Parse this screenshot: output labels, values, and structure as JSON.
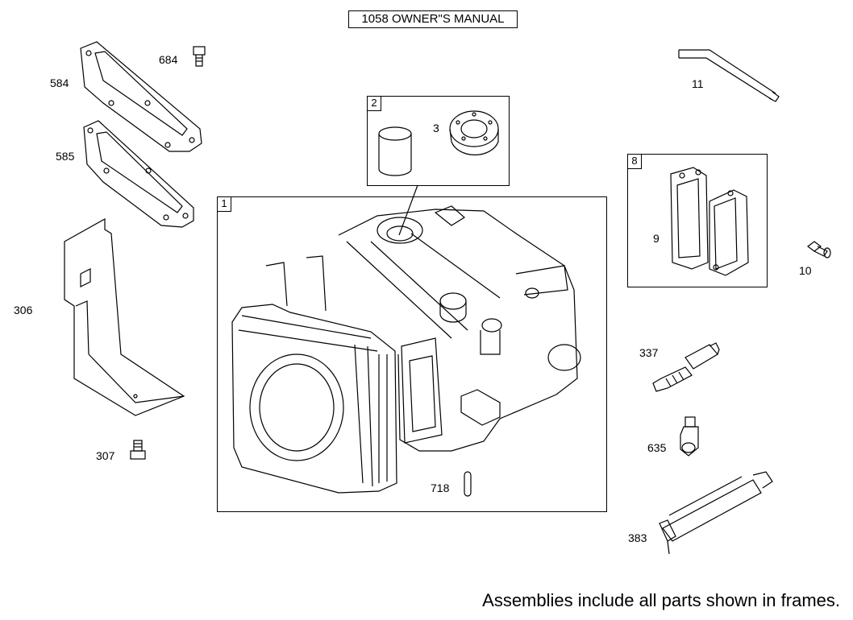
{
  "title": "1058 OWNER\"S MANUAL",
  "footer": "Assemblies include all parts shown in frames.",
  "frames": [
    {
      "number": "1"
    },
    {
      "number": "2"
    },
    {
      "number": "8"
    }
  ],
  "parts": {
    "p584": "584",
    "p684": "684",
    "p585": "585",
    "p306": "306",
    "p307": "307",
    "p3": "3",
    "p718": "718",
    "p11": "11",
    "p9": "9",
    "p10": "10",
    "p337": "337",
    "p635": "635",
    "p383": "383"
  },
  "icons": [
    "gasket-icon",
    "bolt-icon",
    "heat-shield-icon",
    "cylinder-block-icon",
    "bushing-icon",
    "seal-icon",
    "dowel-pin-icon",
    "tube-icon",
    "breather-icon",
    "screw-icon",
    "spark-plug-icon",
    "fitting-icon",
    "spark-plug-wrench-icon"
  ]
}
